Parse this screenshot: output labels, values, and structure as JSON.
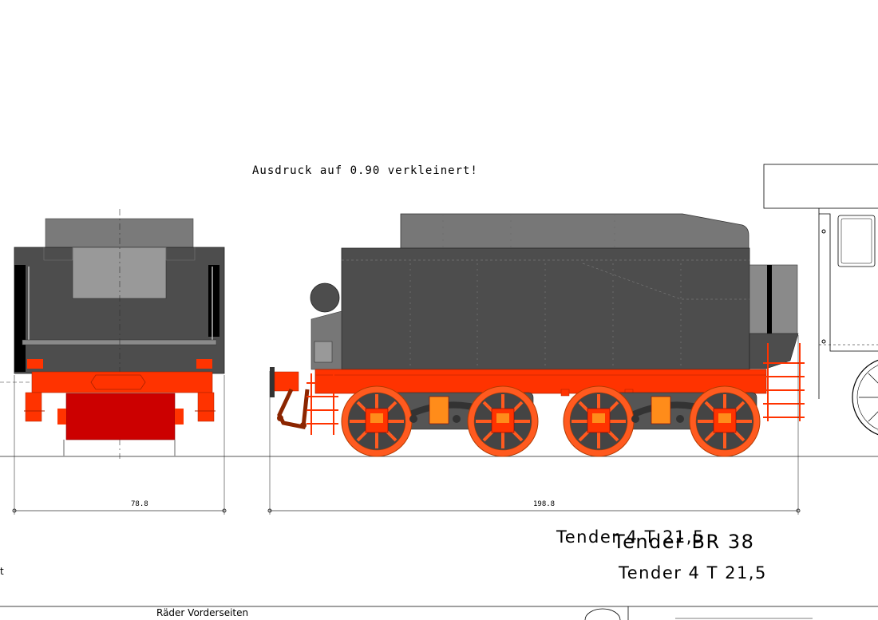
{
  "notes": {
    "print_scale": "Ausdruck auf 0.90 verkleinert!",
    "wheel_label": "Räder Vorderseiten",
    "edge_fragment": "t"
  },
  "dimensions": {
    "front_width": "78.8",
    "side_length": "198.8"
  },
  "titles": {
    "overlap_text": "Tender 4 T 21,5",
    "main_title": "Tender BR 38",
    "subtitle": "Tender 4 T 21,5"
  },
  "colors": {
    "body_dark": "#4d4d4d",
    "coal_gray": "#7a7a7a",
    "frame_red": "#ff3300",
    "wheel_orange": "#ff5a1f",
    "buffer_red": "#cc0000",
    "axle_box_orange": "#ff8c1a"
  },
  "icons": {
    "front_view": "tender-front-view-drawing",
    "side_view": "tender-side-view-drawing",
    "locomotive": "locomotive-cab-fragment"
  }
}
